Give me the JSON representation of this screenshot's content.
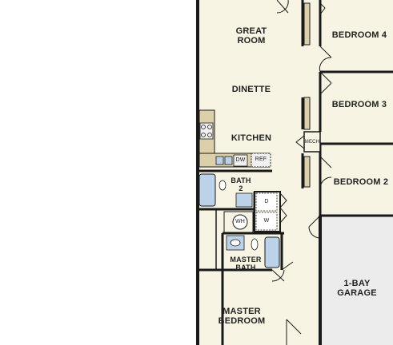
{
  "plan": {
    "colors": {
      "floor": "#f7f4e4",
      "garage": "#ececec",
      "wall": "#1a1a1a",
      "counter": "#dcd0aa",
      "fixture": "#bcd2e8",
      "cabinet": "#cfc29a"
    },
    "rooms": {
      "great_room": {
        "line1": "GREAT",
        "line2": "ROOM"
      },
      "dinette": "DINETTE",
      "kitchen": "KITCHEN",
      "bedroom4": "BEDROOM 4",
      "bedroom3": "BEDROOM 3",
      "bedroom2": "BEDROOM 2",
      "bath2": {
        "line1": "BATH",
        "line2": "2"
      },
      "master_bath": {
        "line1": "MASTER",
        "line2": "BATH"
      },
      "master_bedroom": {
        "line1": "MASTER",
        "line2": "BEDROOM"
      },
      "garage": {
        "line1": "1-BAY",
        "line2": "GARAGE"
      }
    },
    "fixtures": {
      "dishwasher": "DW",
      "refrigerator": "REF",
      "mech": "MECH",
      "water_heater": "WH",
      "dryer": "D",
      "washer": "W"
    }
  }
}
